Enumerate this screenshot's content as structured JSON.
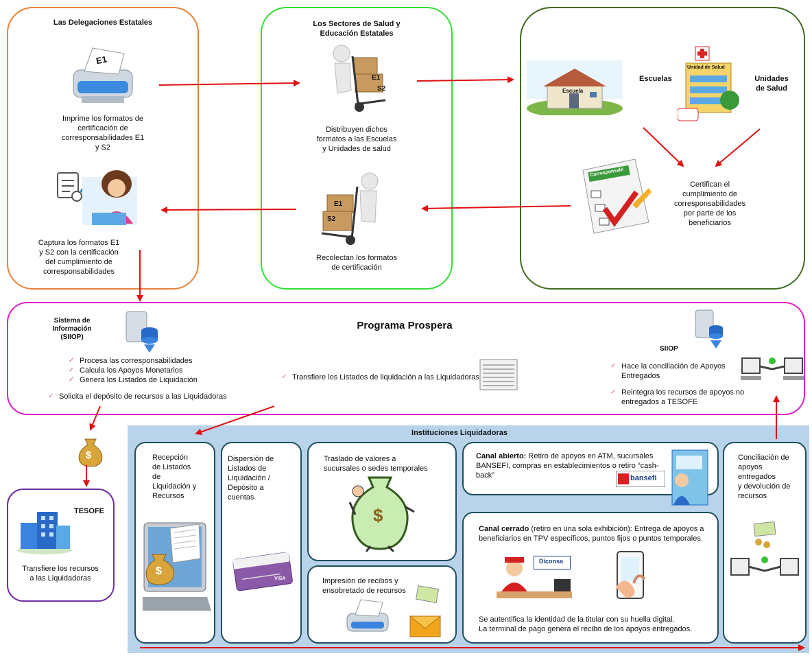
{
  "delegaciones": {
    "title": "Las Delegaciones Estatales",
    "printer_badge": "E1",
    "print_text": "Imprime los formatos de\ncertificación de\ncorresponsabilidades E1\ny S2",
    "capture_text": "Captura los formatos E1\ny S2 con la certificación\ndel cumplimiento de\ncorresponsabilidades"
  },
  "sectores": {
    "title": "Los Sectores de Salud y\nEducación Estatales",
    "box_label_1": "E1",
    "box_label_2": "S2",
    "distribute_text": "Distribuyen dichos\nformatos a las Escuelas\ny Unidades de salud",
    "collect_text": "Recolectan los formatos\nde certificación"
  },
  "escuelas": {
    "school_sign": "Escuela",
    "escuelas_label": "Escuelas",
    "unidad_sign": "Unidad de Salud",
    "unidades_label": "Unidades\nde Salud",
    "clipboard_label": "Corresponsabi",
    "certify_text": "Certifican el\ncumplimiento de\ncorresponsabilidades\npor parte de los\nbeneficiarios"
  },
  "programa": {
    "title": "Programa Prospera",
    "siiop_title": "Sistema de\nInformación\n(SIIOP)",
    "bullets": [
      "Procesa las corresponsabilidades",
      "Calcula los Apoyos Monetarios",
      "Genera los Listados de Liquidación"
    ],
    "deposit_bullet": "Solicita el depósito de recursos a las Liquidadoras",
    "transfer_bullet": "Transfiere los Listados de liquidación a las Liquidadoras",
    "siiop_right": "SIIOP",
    "right_bullets": [
      "Hace la conciliación de Apoyos\nEntregados",
      "Reintegra los recursos de apoyos no\nentregados a TESOFE"
    ]
  },
  "tesofe": {
    "title": "TESOFE",
    "text": "Transfiere los recursos\na las Liquidadoras",
    "money_symbol": "$"
  },
  "instituciones": {
    "title": "Instituciones Liquidadoras",
    "recepcion": "Recepción\nde Listados\nde\nLiquidación y\nRecursos",
    "dispersion": "Dispersión de\nListados de\nLiquidación /\nDepósito a\ncuentas",
    "traslado": "Traslado de valores a\nsucursales o sedes temporales",
    "impresion": "Impresión de recibos y\nensobretado de recursos",
    "canal_abierto_bold": "Canal abierto:",
    "canal_abierto_text": " Retiro de apoyos en ATM, sucursales BANSEFI, compras en establecimientos o retiro “cash-back”",
    "canal_cerrado_bold": "Canal cerrado",
    "canal_cerrado_text": " (retiro en una sola exhibición): Entrega de apoyos a beneficiarios en TPV específicos, puntos fijos o puntos temporales.",
    "autentifica": "Se autentifica la identidad de la titular con su huella digital.\nLa terminal de pago genera el recibo de los apoyos entregados.",
    "conciliacion": "Conciliación de\napoyos\nentregados\ny devolución de\nrecursos",
    "bansefi_logo": "bansefi",
    "diconsa_logo": "Diconsa",
    "card_text": "VISA",
    "money_symbol": "$"
  },
  "colors": {
    "orange": "#e8823a",
    "green": "#33dd33",
    "darkgreen": "#3f6b1f",
    "magenta": "#e020c8",
    "purple": "#7030a0",
    "lightblue": "#b8d3ea",
    "arrow": "#e01010"
  }
}
